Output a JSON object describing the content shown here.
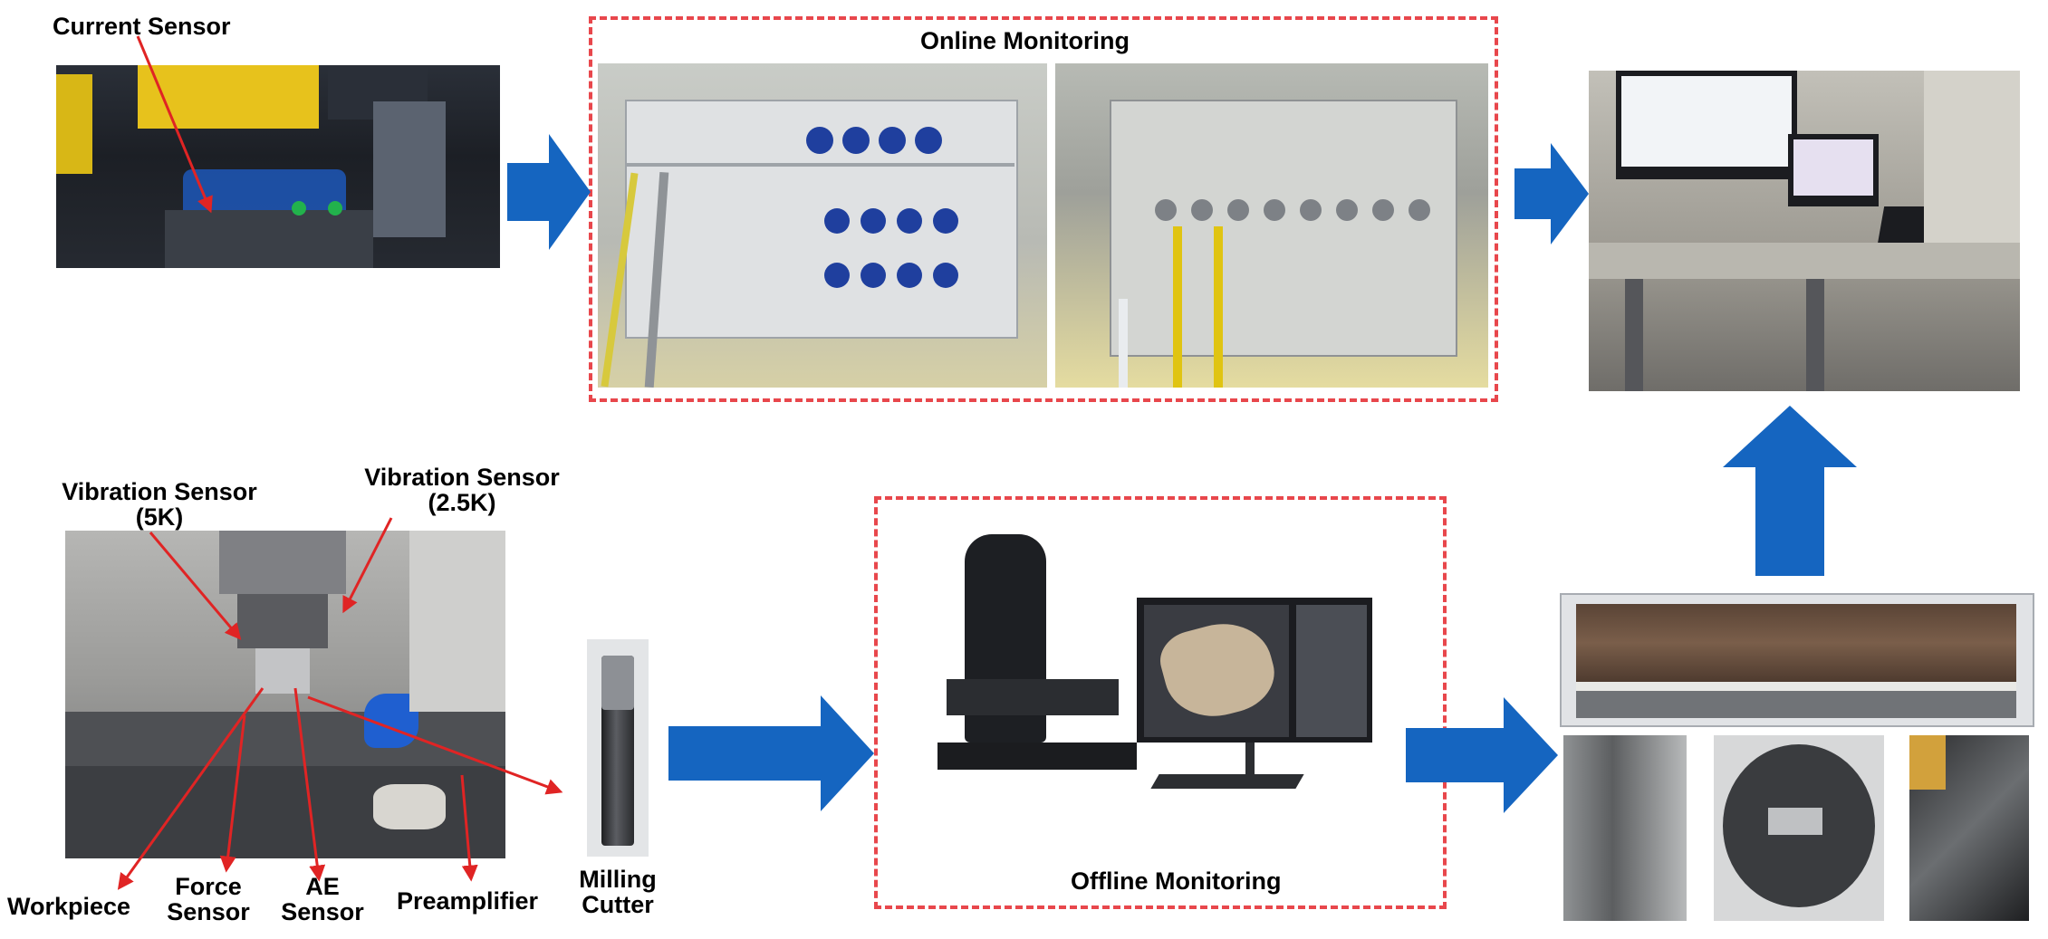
{
  "labels": {
    "current_sensor": "Current Sensor",
    "online_monitoring": "Online Monitoring",
    "vibration_5k_line1": "Vibration Sensor",
    "vibration_5k_line2": "(5K)",
    "vibration_25k_line1": "Vibration Sensor",
    "vibration_25k_line2": "(2.5K)",
    "workpiece": "Workpiece",
    "force_line1": "Force",
    "force_line2": "Sensor",
    "ae_line1": "AE",
    "ae_line2": "Sensor",
    "preamplifier": "Preamplifier",
    "cutter_line1": "Milling",
    "cutter_line2": "Cutter",
    "offline_monitoring": "Offline Monitoring"
  },
  "colors": {
    "arrow": "#1565c0",
    "dashed_frame": "#e8474c",
    "pointer": "#e02424"
  },
  "icons": [
    "block-arrow-right",
    "block-arrow-up",
    "red-pointer-line"
  ]
}
